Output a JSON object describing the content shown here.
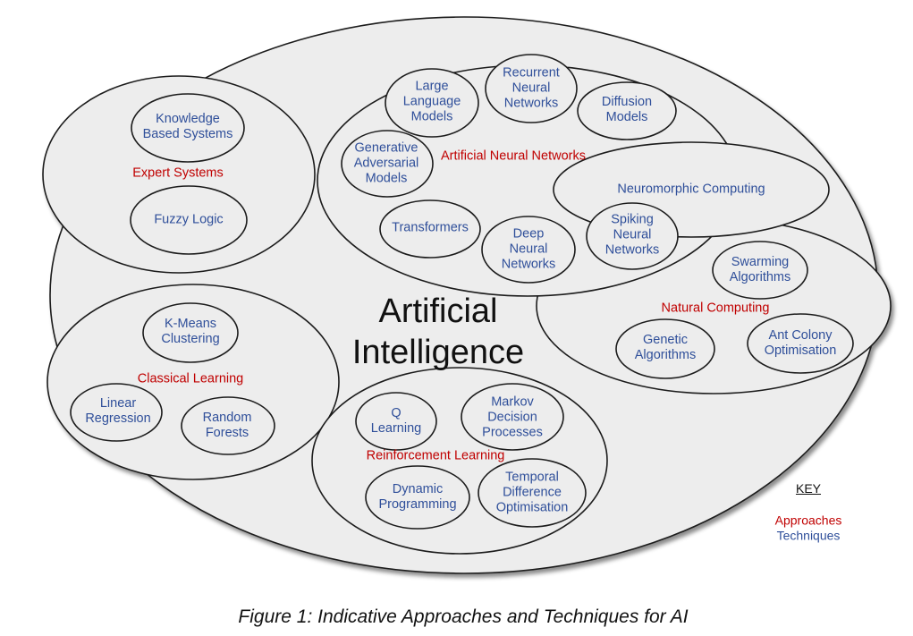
{
  "diagram": {
    "title": "Artificial\nIntelligence",
    "approaches": {
      "expert_systems": "Expert Systems",
      "classical_learning": "Classical Learning",
      "artificial_neural_networks": "Artificial Neural Networks",
      "natural_computing": "Natural Computing",
      "reinforcement_learning": "Reinforcement Learning"
    },
    "techniques": {
      "knowledge_based_systems": "Knowledge\nBased Systems",
      "fuzzy_logic": "Fuzzy Logic",
      "k_means_clustering": "K-Means\nClustering",
      "linear_regression": "Linear\nRegression",
      "random_forests": "Random\nForests",
      "large_language_models": "Large\nLanguage\nModels",
      "recurrent_neural_networks": "Recurrent\nNeural\nNetworks",
      "diffusion_models": "Diffusion\nModels",
      "generative_adversarial_models": "Generative\nAdversarial\nModels",
      "transformers": "Transformers",
      "deep_neural_networks": "Deep\nNeural\nNetworks",
      "neuromorphic_computing": "Neuromorphic Computing",
      "spiking_neural_networks": "Spiking\nNeural\nNetworks",
      "swarming_algorithms": "Swarming\nAlgorithms",
      "genetic_algorithms": "Genetic\nAlgorithms",
      "ant_colony_optimisation": "Ant Colony\nOptimisation",
      "q_learning": "Q\nLearning",
      "markov_decision_processes": "Markov\nDecision\nProcesses",
      "dynamic_programming": "Dynamic\nProgramming",
      "temporal_difference_optimisation": "Temporal\nDifference\nOptimisation"
    },
    "key": {
      "title": "KEY",
      "approaches": "Approaches",
      "techniques": "Techniques"
    },
    "caption": "Figure 1: Indicative Approaches and Techniques for AI"
  },
  "colors": {
    "approach_text": "#c00000",
    "technique_text": "#2f4f9a",
    "ellipse_fill": "#ededed",
    "ellipse_stroke": "#1a1a1a"
  }
}
